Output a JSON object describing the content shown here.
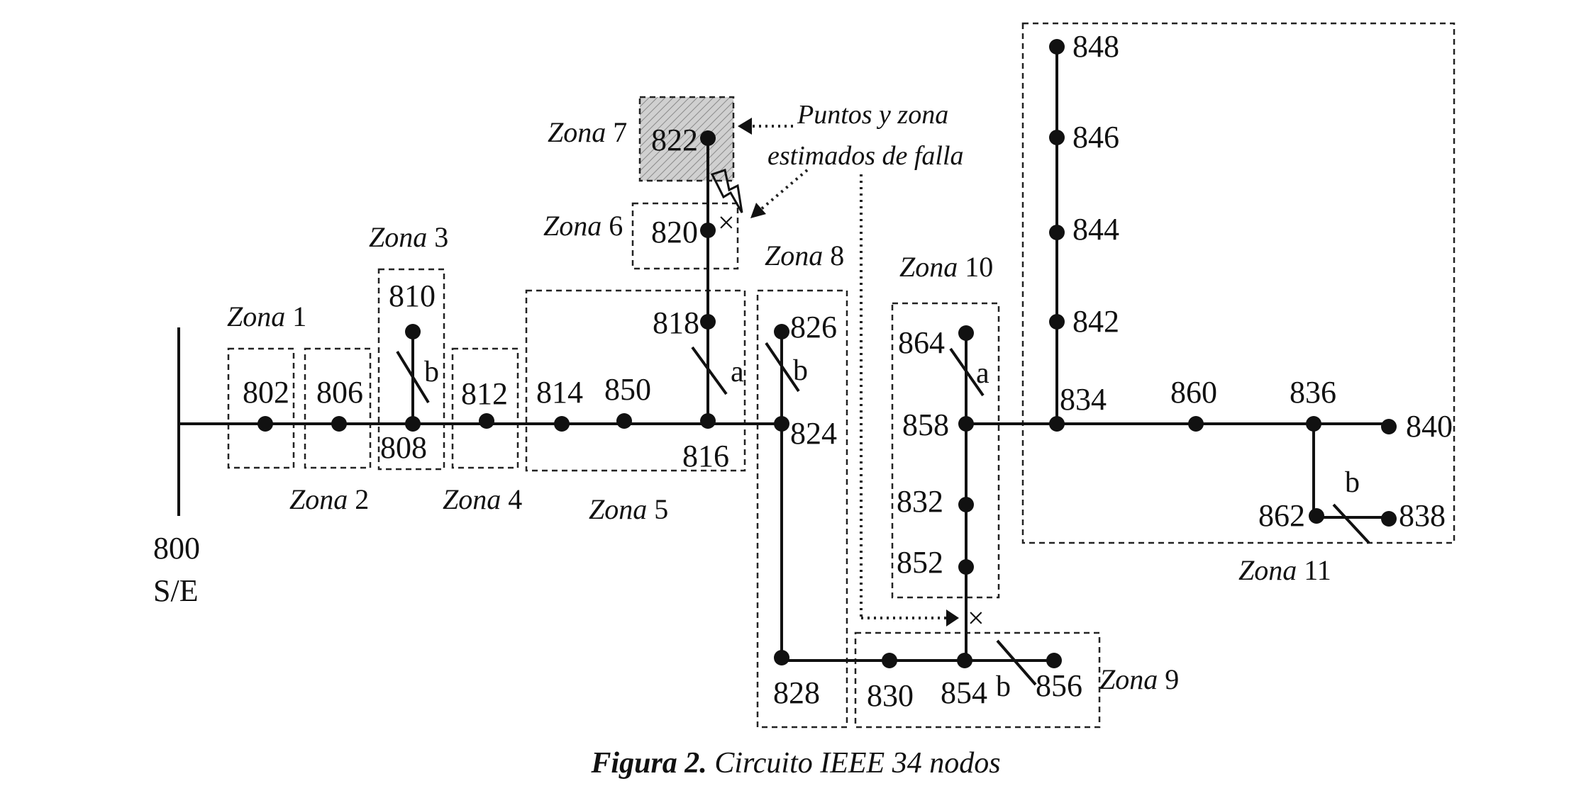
{
  "nodes": {
    "n800": "800",
    "n802": "802",
    "n806": "806",
    "n808": "808",
    "n810": "810",
    "n812": "812",
    "n814": "814",
    "n850": "850",
    "n816": "816",
    "n818": "818",
    "n820": "820",
    "n822": "822",
    "n824": "824",
    "n826": "826",
    "n828": "828",
    "n830": "830",
    "n854": "854",
    "n856": "856",
    "n852": "852",
    "n832": "832",
    "n858": "858",
    "n864": "864",
    "n834": "834",
    "n842": "842",
    "n844": "844",
    "n846": "846",
    "n848": "848",
    "n860": "860",
    "n836": "836",
    "n840": "840",
    "n862": "862",
    "n838": "838"
  },
  "substation": "S/E",
  "zones": {
    "z1": {
      "word": "Zona",
      "num": " 1"
    },
    "z2": {
      "word": "Zona",
      "num": " 2"
    },
    "z3": {
      "word": "Zona",
      "num": " 3"
    },
    "z4": {
      "word": "Zona",
      "num": " 4"
    },
    "z5": {
      "word": "Zona",
      "num": " 5"
    },
    "z6": {
      "word": "Zona",
      "num": " 6"
    },
    "z7": {
      "word": "Zona",
      "num": " 7"
    },
    "z8": {
      "word": "Zona",
      "num": " 8"
    },
    "z9": {
      "word": "Zona",
      "num": " 9"
    },
    "z10": {
      "word": "Zona",
      "num": " 10"
    },
    "z11": {
      "word": "Zona",
      "num": " 11"
    }
  },
  "phases": {
    "p808_810": "b",
    "p816_818": "a",
    "p824_826": "b",
    "p854_856": "b",
    "p858_864": "a",
    "p836_862": "b"
  },
  "annotation": {
    "line1": "Puntos y zona",
    "line2": "estimados de falla"
  },
  "fault_marks": {
    "x1": "×",
    "x2": "×"
  },
  "caption": {
    "figure": "Figura 2.",
    "text": " Circuito IEEE 34 nodos"
  },
  "colors": {
    "highlight_zone": "#c8c8c8",
    "line": "#111111"
  }
}
